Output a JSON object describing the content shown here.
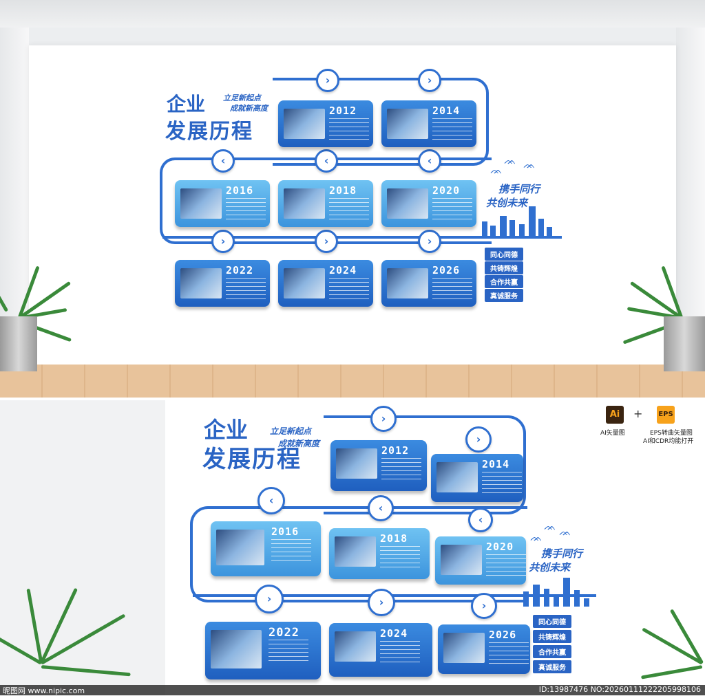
{
  "top_view": {
    "title_line1": "企业",
    "title_line2": "发展历程",
    "subtitle_line1": "立足新起点",
    "subtitle_line2": "成就新高度",
    "years": [
      "2012",
      "2014",
      "2016",
      "2018",
      "2020",
      "2022",
      "2024",
      "2026"
    ],
    "slogan_line1": "携手同行",
    "slogan_line2": "共创未来",
    "tags": [
      "同心同德",
      "共铸辉煌",
      "合作共赢",
      "真诚服务"
    ],
    "chevrons": [
      "›",
      "›",
      "‹",
      "‹",
      "‹",
      "›",
      "›",
      "›"
    ]
  },
  "bottom_view": {
    "title_line1": "企业",
    "title_line2": "发展历程",
    "subtitle_line1": "立足新起点",
    "subtitle_line2": "成就新高度",
    "years": [
      "2012",
      "2014",
      "2016",
      "2018",
      "2020",
      "2022",
      "2024",
      "2026"
    ],
    "slogan_line1": "携手同行",
    "slogan_line2": "共创未来",
    "tags": [
      "同心同德",
      "共铸辉煌",
      "合作共赢",
      "真诚服务"
    ]
  },
  "format_badge": {
    "ai_label": "Ai",
    "plus": "+",
    "eps_label": "EPS",
    "ai_caption": "AI矢量图",
    "eps_caption_line1": "EPS转曲矢量图",
    "eps_caption_line2": "AI和CDR均能打开"
  },
  "watermark": {
    "site": "昵图网 www.nipic.com",
    "id_text": "ID:13987476 NO:20260111222205998106"
  },
  "colors": {
    "primary_blue": "#2f6fd0",
    "dark_blue": "#1f5fbf",
    "light_blue": "#6fc2f2",
    "ai_orange": "#f7a21b"
  }
}
